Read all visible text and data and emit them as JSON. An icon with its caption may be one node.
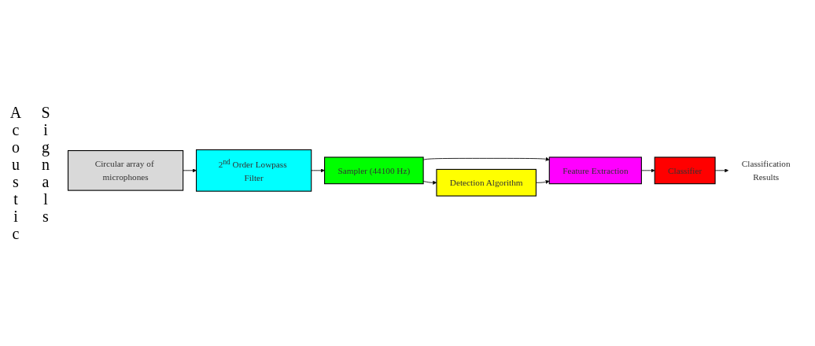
{
  "diagram": {
    "nodes": [
      {
        "text": [
          "Circular array of microphones"
        ]
      },
      {
        "text": [
          "2$^{nd}$ Order Lowpass Filter"
        ]
      },
      {
        "text": [
          "Sampler (44100 Hz)"
        ]
      },
      {
        "text": [
          "Detection Algorithm"
        ]
      },
      {
        "text": [
          "Feature Extraction"
        ]
      },
      {
        "text": [
          "Classifier"
        ]
      },
      {
        "text": [
          "Classification",
          "Results"
        ]
      }
    ],
    "edges": [
      {
        "from": 0,
        "to": 1,
        "arrow": "to"
      },
      {
        "from": 1,
        "to": 2,
        "arrow": "to"
      },
      {
        "from": 2,
        "to": 3,
        "arrow": "to"
      },
      {
        "from": 2,
        "to": 4,
        "arrow": "to"
      },
      {
        "from": 3,
        "to": 4,
        "arrow": "to"
      },
      {
        "from": 4,
        "to": 5,
        "arrow": "to"
      },
      {
        "from": 5,
        "to": 6,
        "arrow": "to"
      }
    ],
    "labels": [
      "Acoustic",
      "Signals"
    ]
  }
}
